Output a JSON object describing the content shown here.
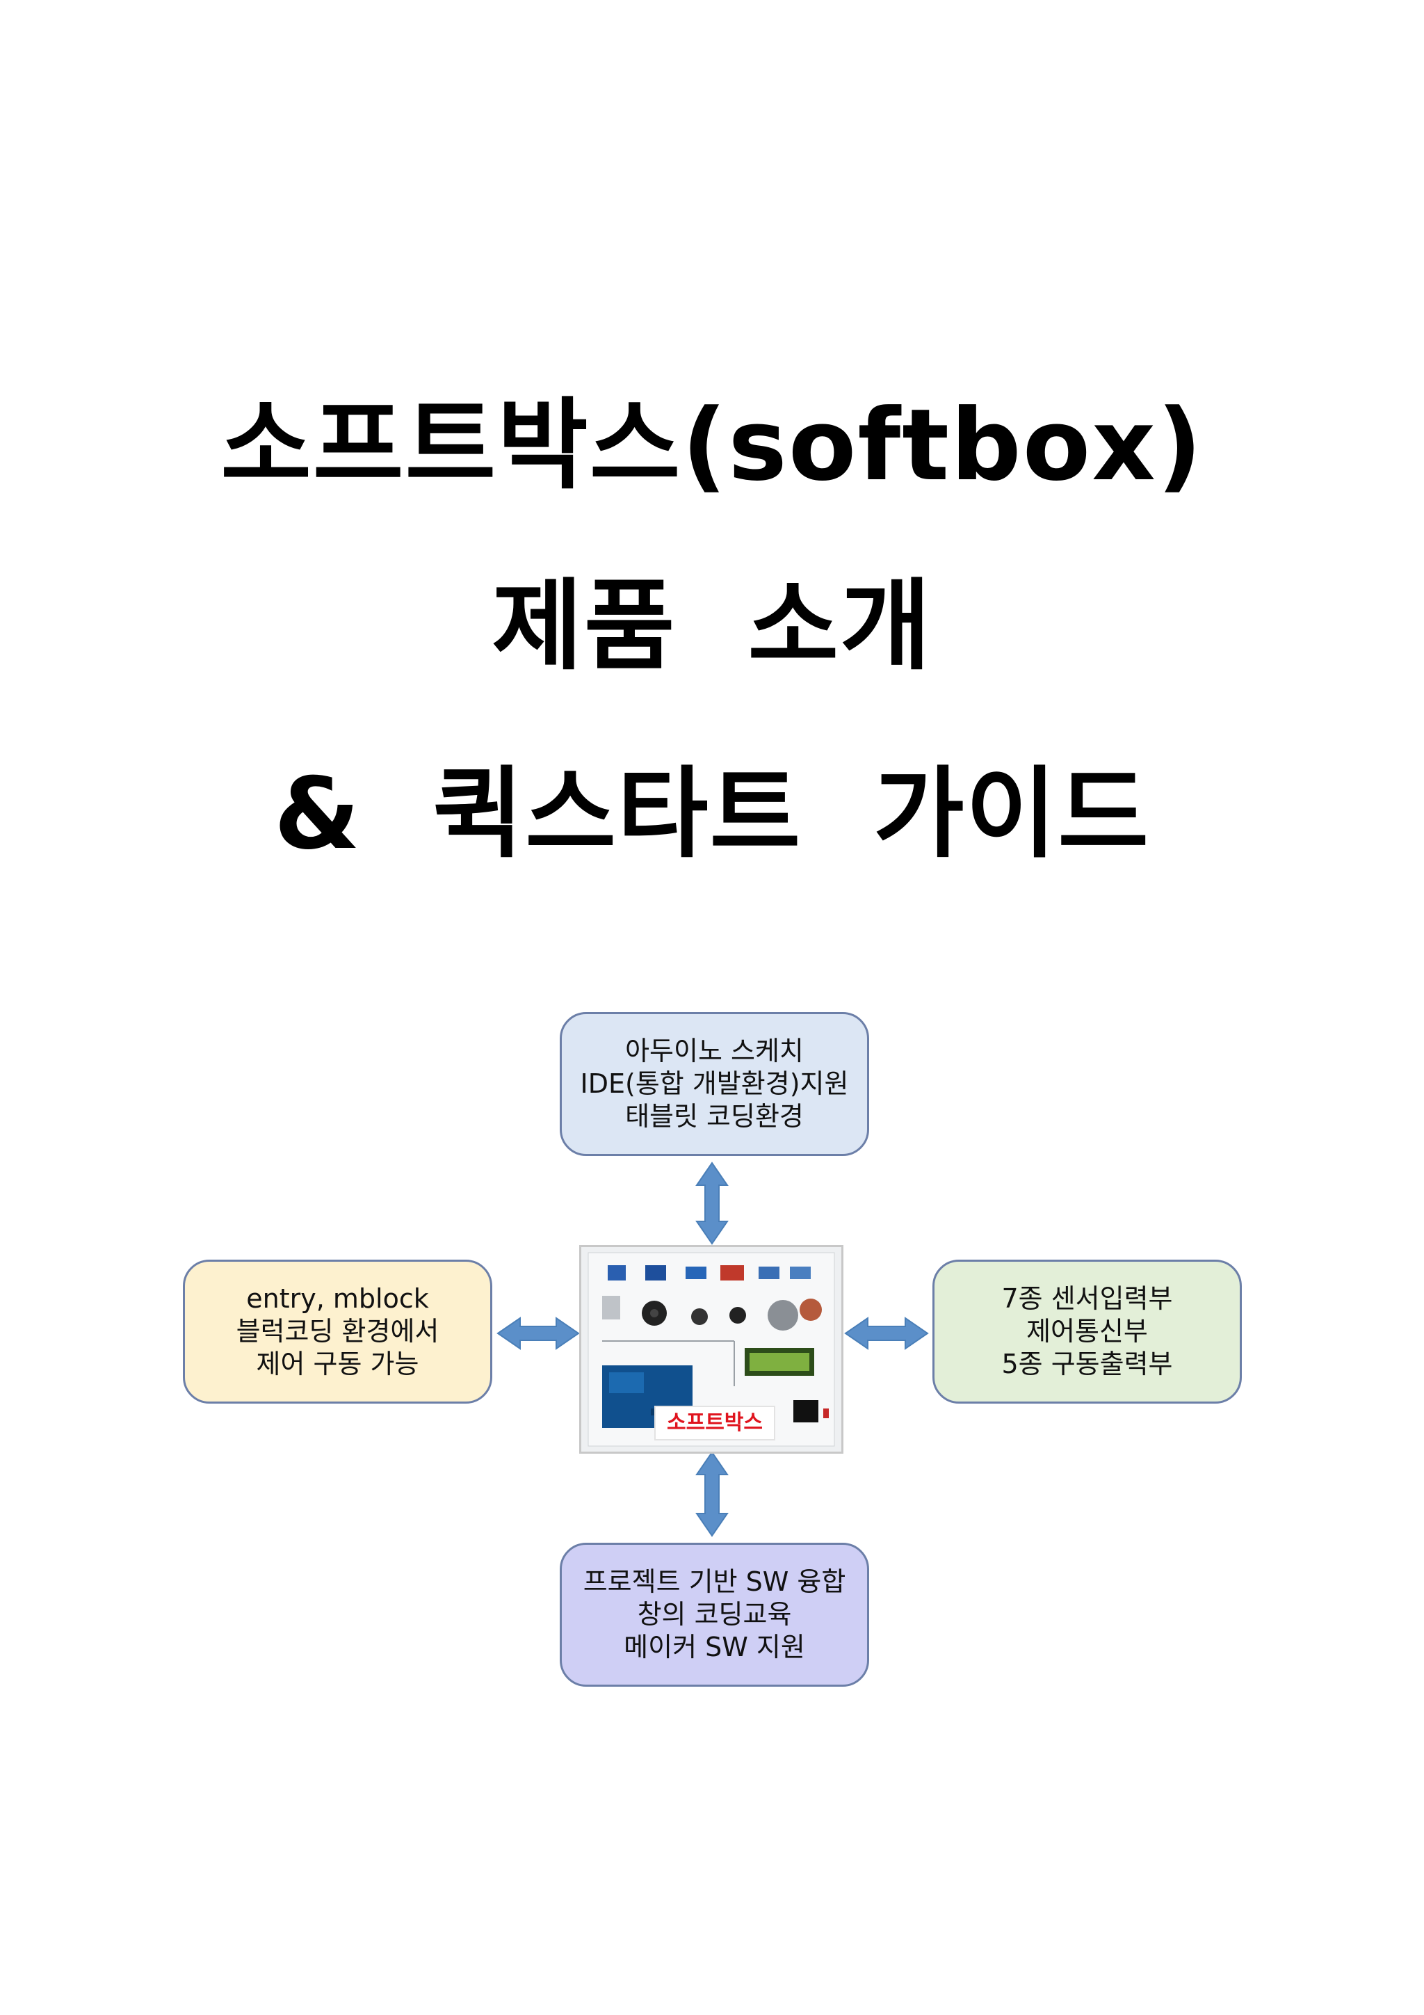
{
  "title": {
    "line1": "소프트박스(softbox)",
    "line2": "제품  소개",
    "line3": "&  퀵스타트  가이드"
  },
  "diagram": {
    "top": {
      "lines": [
        "아두이노 스케치",
        "IDE(통합 개발환경)지원",
        "태블릿 코딩환경"
      ]
    },
    "left": {
      "lines": [
        "entry, mblock",
        "블럭코딩 환경에서",
        "제어 구동 가능"
      ]
    },
    "right": {
      "lines": [
        "7종 센서입력부",
        "제어통신부",
        "5종 구동출력부"
      ]
    },
    "bottom": {
      "lines": [
        "프로젝트 기반 SW 융합",
        "창의 코딩교육",
        "메이커 SW 지원"
      ]
    },
    "center": {
      "label": "소프트박스"
    }
  },
  "colors": {
    "arrow": "#5b8fc9",
    "box_border": "#6c7fa8",
    "top_fill": "#dce6f4",
    "left_fill": "#fdf1cf",
    "right_fill": "#e3efd8",
    "bottom_fill": "#cfcff5",
    "label_red": "#e0141e"
  }
}
